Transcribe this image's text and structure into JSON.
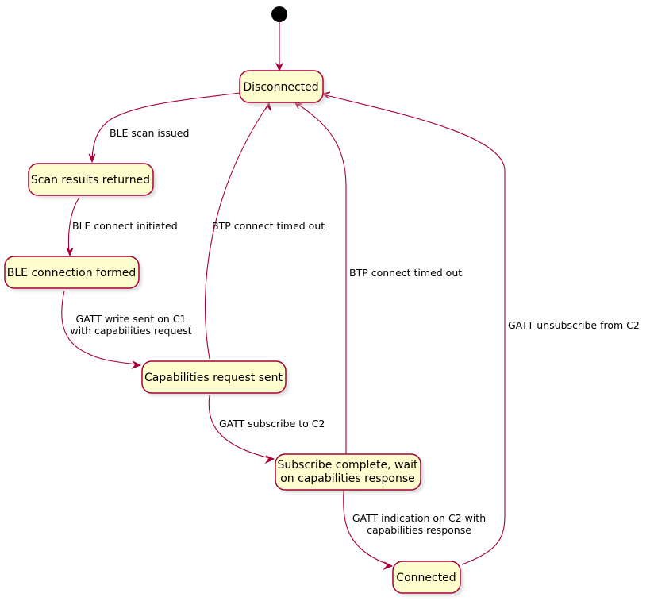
{
  "colors": {
    "state_fill": "#fefece",
    "state_border": "#a80036",
    "edge": "#a80036",
    "initial_node": "#000000"
  },
  "states": {
    "disconnected": "Disconnected",
    "scan_results": "Scan results returned",
    "ble_connection": "BLE connection formed",
    "cap_request_sent": "Capabilities request sent",
    "subscribe_complete": [
      "Subscribe complete, wait",
      "on capabilities response"
    ],
    "connected": "Connected"
  },
  "transitions": {
    "ble_scan": "BLE scan issued",
    "ble_connect": "BLE connect initiated",
    "gatt_write": [
      "GATT write sent on C1",
      "with capabilities request"
    ],
    "btp_timeout_1": "BTP connect timed out",
    "gatt_subscribe": "GATT subscribe to C2",
    "btp_timeout_2": "BTP connect timed out",
    "gatt_indication": [
      "GATT indication on C2 with",
      "capabilities response"
    ],
    "gatt_unsubscribe": "GATT unsubscribe from C2"
  }
}
